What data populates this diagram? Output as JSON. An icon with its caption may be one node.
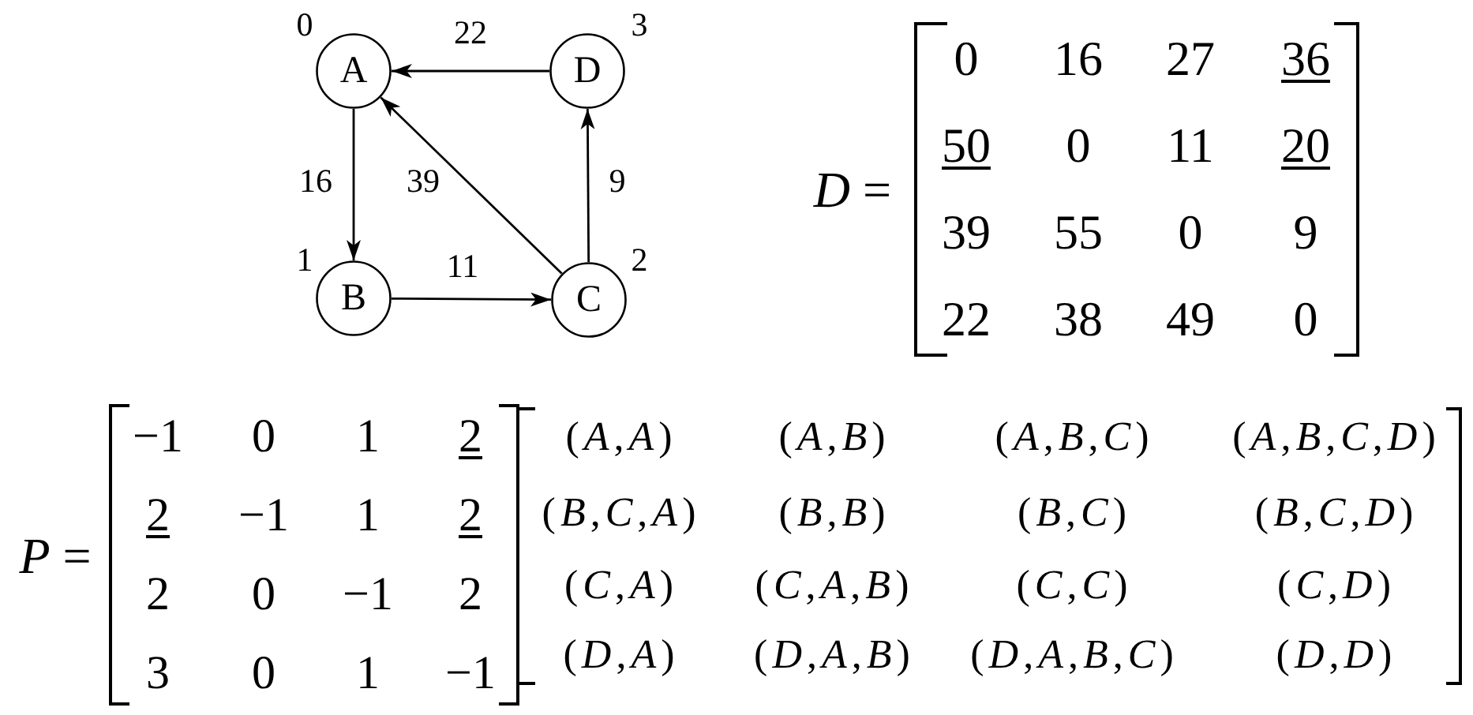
{
  "diagram": {
    "nodes": [
      {
        "text": [
          "A"
        ],
        "beside": [
          "0"
        ]
      },
      {
        "text": [
          "D"
        ],
        "beside": [
          "3"
        ]
      },
      {
        "text": [
          "B"
        ],
        "beside": [
          "1"
        ]
      },
      {
        "text": [
          "C"
        ],
        "beside": [
          "2"
        ]
      }
    ],
    "edges": [
      {
        "from": 1,
        "to": 0,
        "arrow": "to",
        "label": "22"
      },
      {
        "from": 0,
        "to": 2,
        "arrow": "to",
        "label": "16"
      },
      {
        "from": 3,
        "to": 0,
        "arrow": "to",
        "label": "39"
      },
      {
        "from": 2,
        "to": 3,
        "arrow": "to",
        "label": "11"
      },
      {
        "from": 3,
        "to": 1,
        "arrow": "to",
        "label": "9"
      }
    ],
    "labels": [
      "*D* =",
      "0",
      "16",
      "27",
      "36",
      "50",
      "0",
      "11",
      "20",
      "39",
      "55",
      "0",
      "9",
      "22",
      "38",
      "49",
      "0",
      "*P* =",
      "−1",
      "0",
      "1",
      "2",
      "2",
      "−1",
      "1",
      "2",
      "2",
      "0",
      "−1",
      "2",
      "3",
      "0",
      "1",
      "−1",
      "(*A*,*A*)",
      "(*A*,*B*)",
      "(*A*,*B*,*C*)",
      "(*A*,*B*,*C*,*D*)",
      "(*B*,*C*,*A*)",
      "(*B*,*B*)",
      "(*B*,*C*)",
      "(*B*,*C*,*D*)",
      "(*C*,*A*)",
      "(*C*,*A*,*B*)",
      "(*C*,*C*)",
      "(*C*,*D*)",
      "(*D*,*A*)",
      "(*D*,*A*,*B*)",
      "(*D*,*A*,*B*,*C*)",
      "(*D*,*D*)"
    ]
  }
}
